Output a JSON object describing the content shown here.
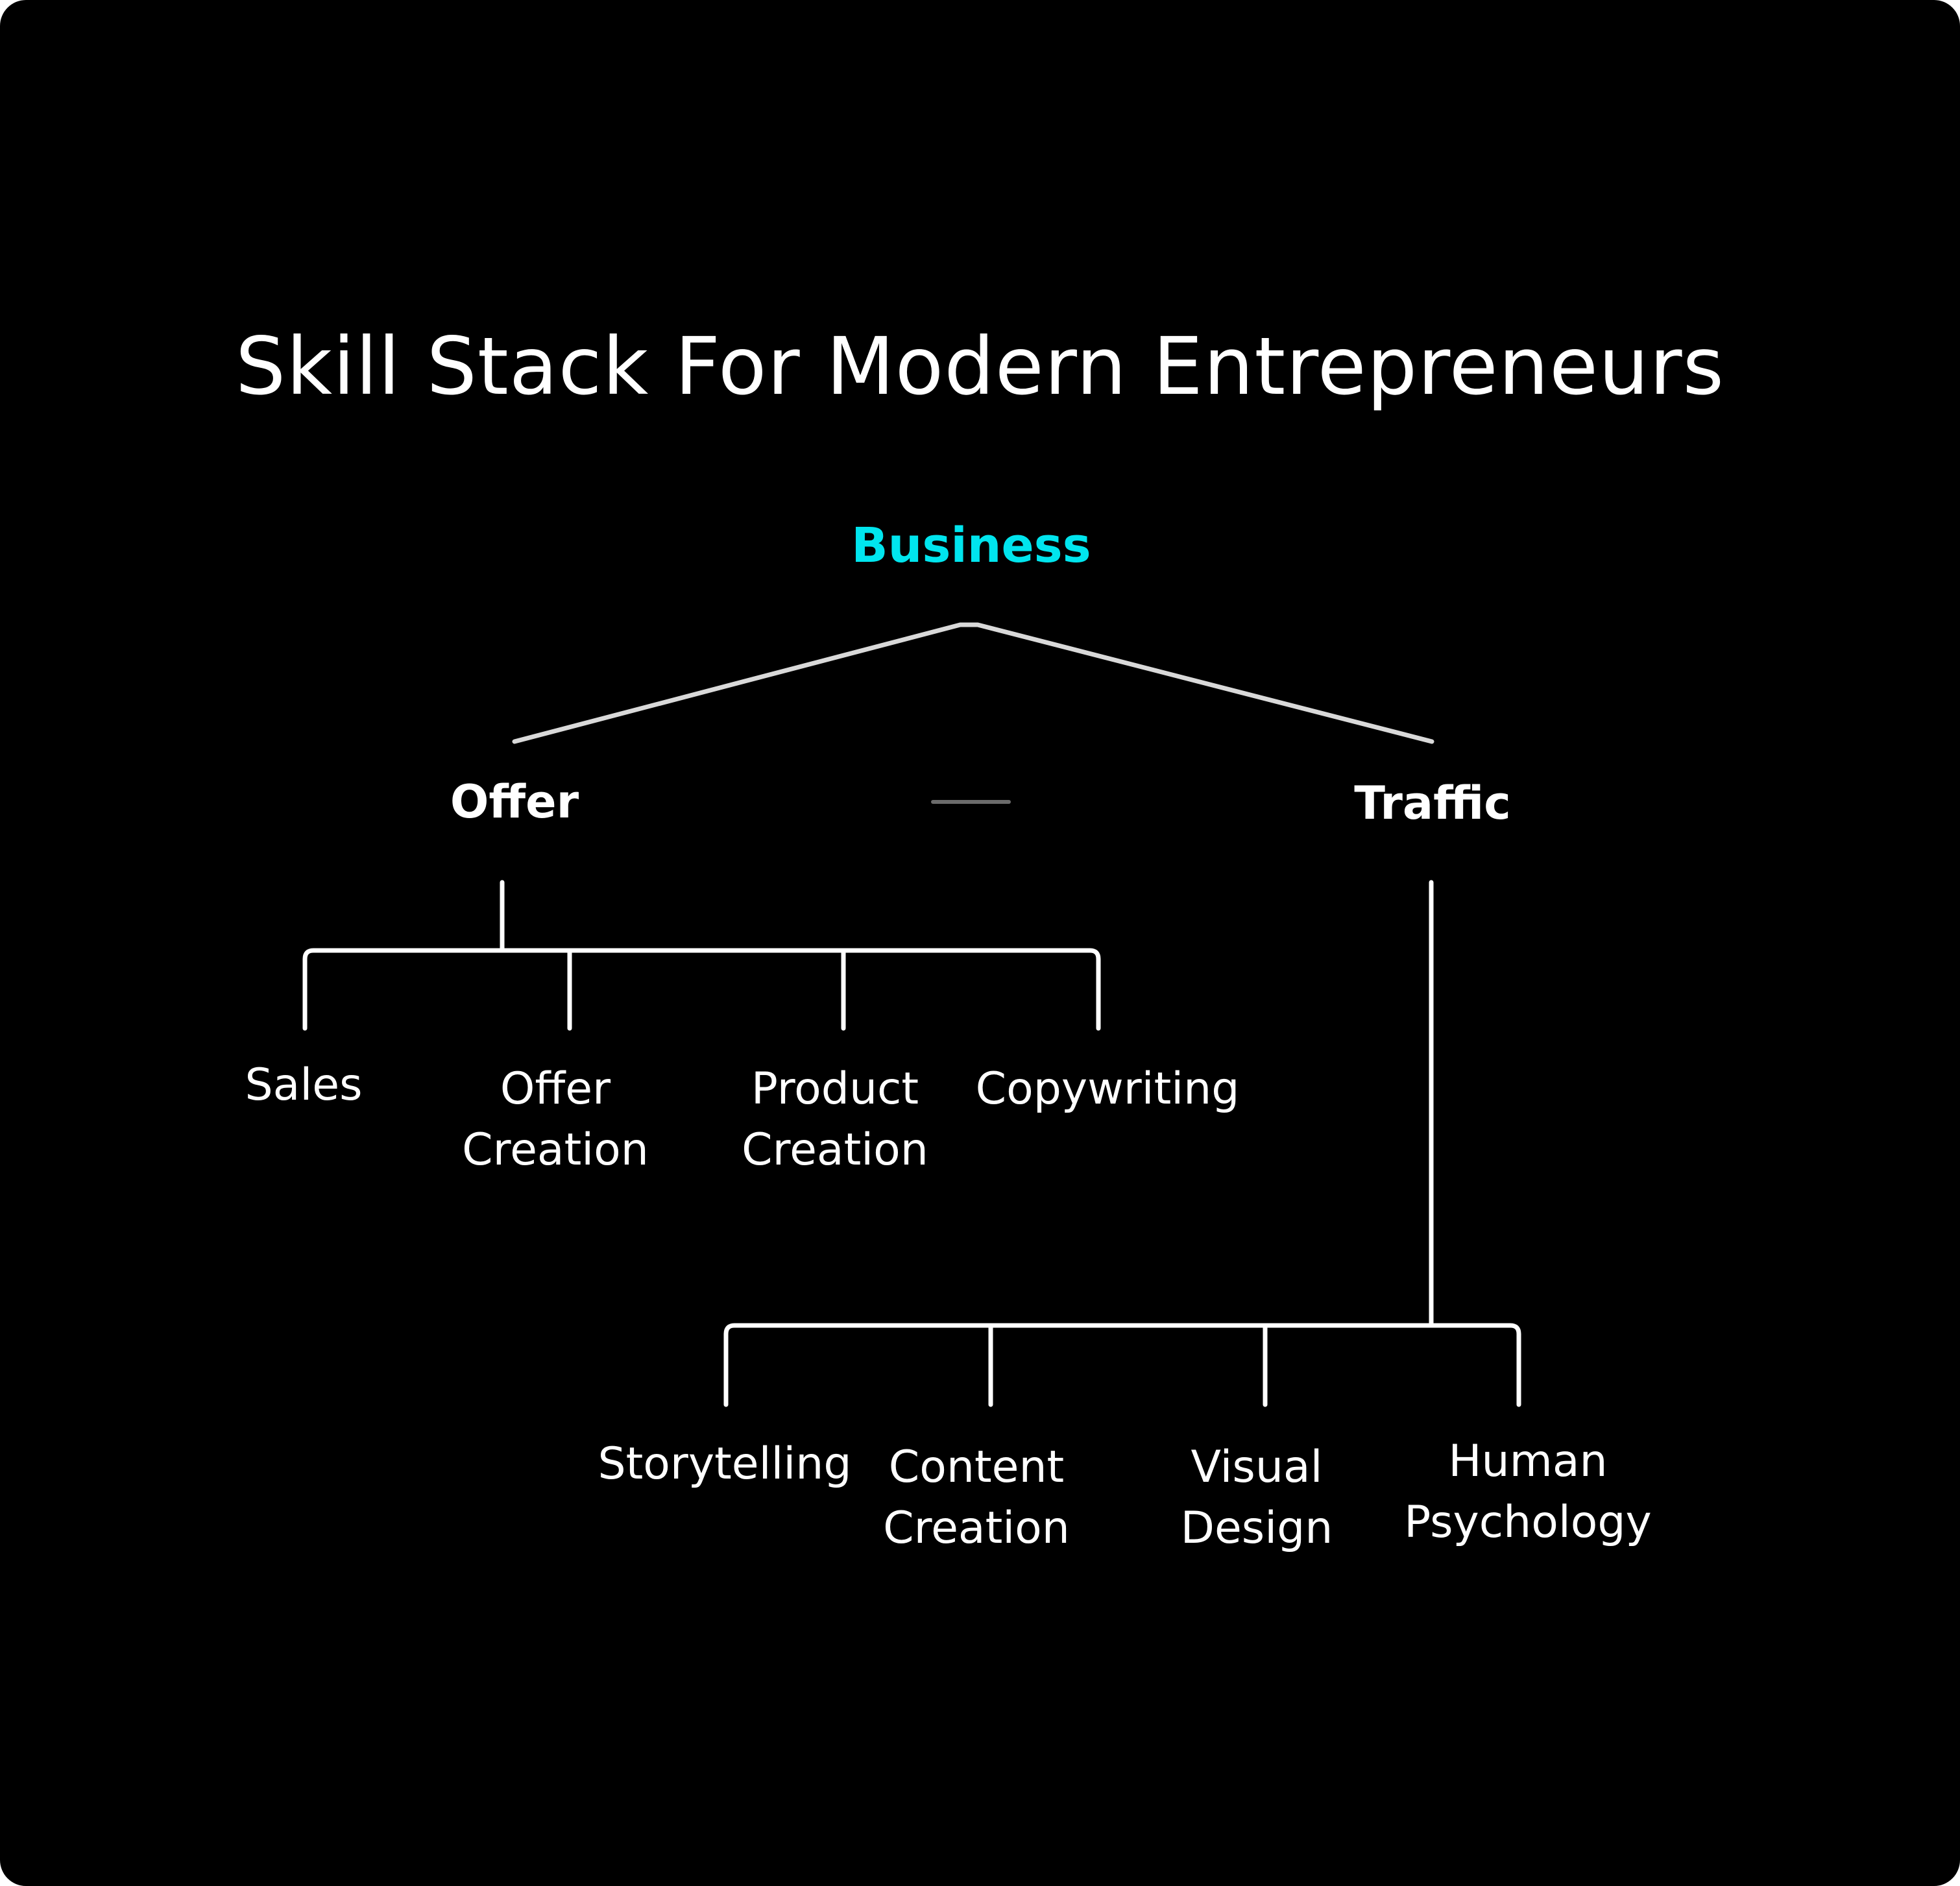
{
  "title": "Skill Stack For Modern Entrepreneurs",
  "colors": {
    "background": "#000000",
    "text": "#ffffff",
    "accent": "#00e5ee",
    "connector": "#d9d9d9",
    "separator": "#6b6b6b"
  },
  "tree": {
    "root": "Business",
    "branches": [
      {
        "label": "Offer",
        "children": [
          "Sales",
          "Offer\nCreation",
          "Product\nCreation",
          "Copywriting"
        ]
      },
      {
        "label": "Traffic",
        "children": [
          "Storytelling",
          "Content\nCreation",
          "Visual\nDesign",
          "Human\nPsychology"
        ]
      }
    ]
  }
}
